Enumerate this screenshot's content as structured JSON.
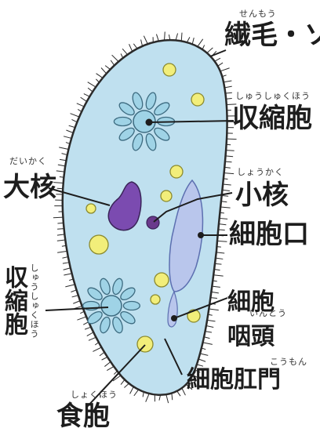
{
  "labels": {
    "cilia": {
      "text": "繊毛・ソ",
      "ruby": "せんもう"
    },
    "contractile_vacuole": {
      "text": "収縮胞",
      "ruby": "しゅうしゅくほう"
    },
    "macronucleus": {
      "text": "大核",
      "ruby": "だいかく"
    },
    "micronucleus": {
      "text": "小核",
      "ruby": "しょうかく"
    },
    "oral_groove": {
      "text": "細胞口"
    },
    "contractile_vacuole_left": {
      "text": "収縮胞",
      "ruby": "しゅうしゅくほう"
    },
    "cytopharynx": {
      "text": "細胞咽頭",
      "ruby": "いんとう"
    },
    "cytoproct": {
      "text": "細胞肛門",
      "ruby": "こうもん"
    },
    "food_vacuole": {
      "text": "食胞",
      "ruby": "しょくほう"
    }
  },
  "colors": {
    "body_fill": "#bfe0ef",
    "body_outline": "#2a2a2a",
    "vacuole": "#9fd3e6",
    "macronucleus": "#7b4bb0",
    "micronucleus": "#6a3a8c",
    "food_vacuole": "#f2ee7a",
    "oral_groove": "#b9c6ec"
  }
}
